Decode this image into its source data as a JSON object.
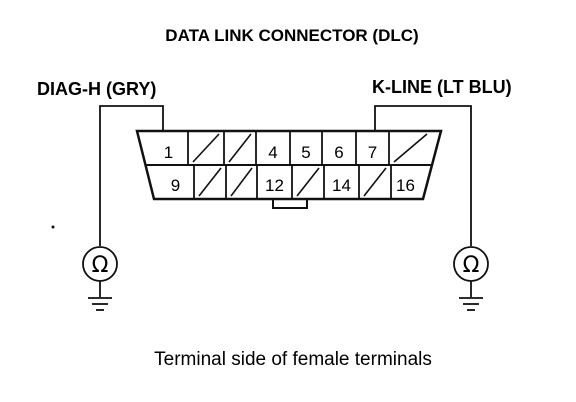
{
  "diagram": {
    "title": "DATA LINK CONNECTOR (DLC)",
    "left_label": "DIAG-H (GRY)",
    "right_label": "K-LINE (LT BLU)",
    "caption": "Terminal side of female terminals",
    "ohm_symbol": "Ω",
    "top_row": [
      "1",
      "",
      "",
      "4",
      "5",
      "6",
      "7",
      ""
    ],
    "bottom_row": [
      "9",
      "",
      "",
      "12",
      "",
      "14",
      "",
      "16"
    ]
  }
}
